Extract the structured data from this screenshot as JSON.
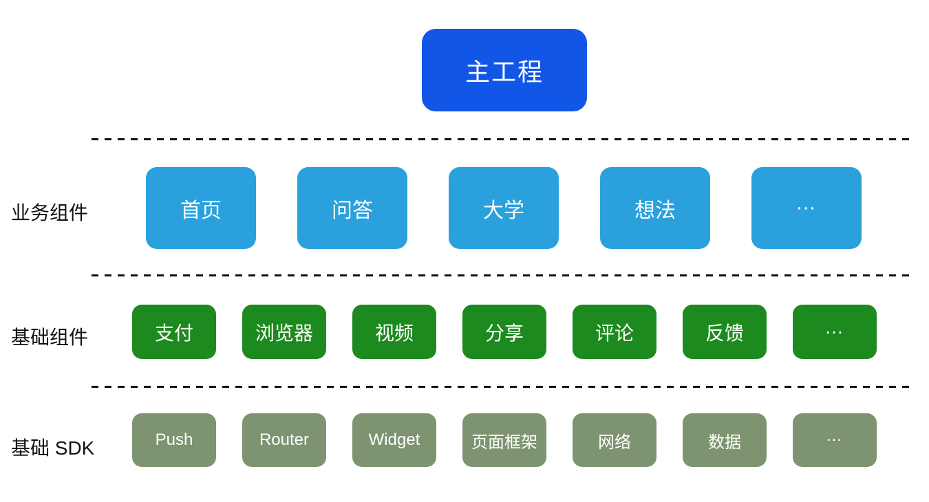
{
  "diagram": {
    "main_box": {
      "label": "主工程"
    },
    "rows": [
      {
        "label": "业务组件",
        "items": [
          "首页",
          "问答",
          "大学",
          "想法",
          "…"
        ]
      },
      {
        "label": "基础组件",
        "items": [
          "支付",
          "浏览器",
          "视频",
          "分享",
          "评论",
          "反馈",
          "…"
        ]
      },
      {
        "label": "基础 SDK",
        "items": [
          "Push",
          "Router",
          "Widget",
          "页面框架",
          "网络",
          "数据",
          "…"
        ]
      }
    ],
    "colors": {
      "main_box": "#1256E8",
      "business": "#2AA1DD",
      "base_component": "#1C8A1F",
      "sdk": "#7E9370",
      "box_text": "#FFFFFF",
      "label_text": "#111111",
      "divider": "#111111",
      "background": "#FFFFFF"
    }
  }
}
